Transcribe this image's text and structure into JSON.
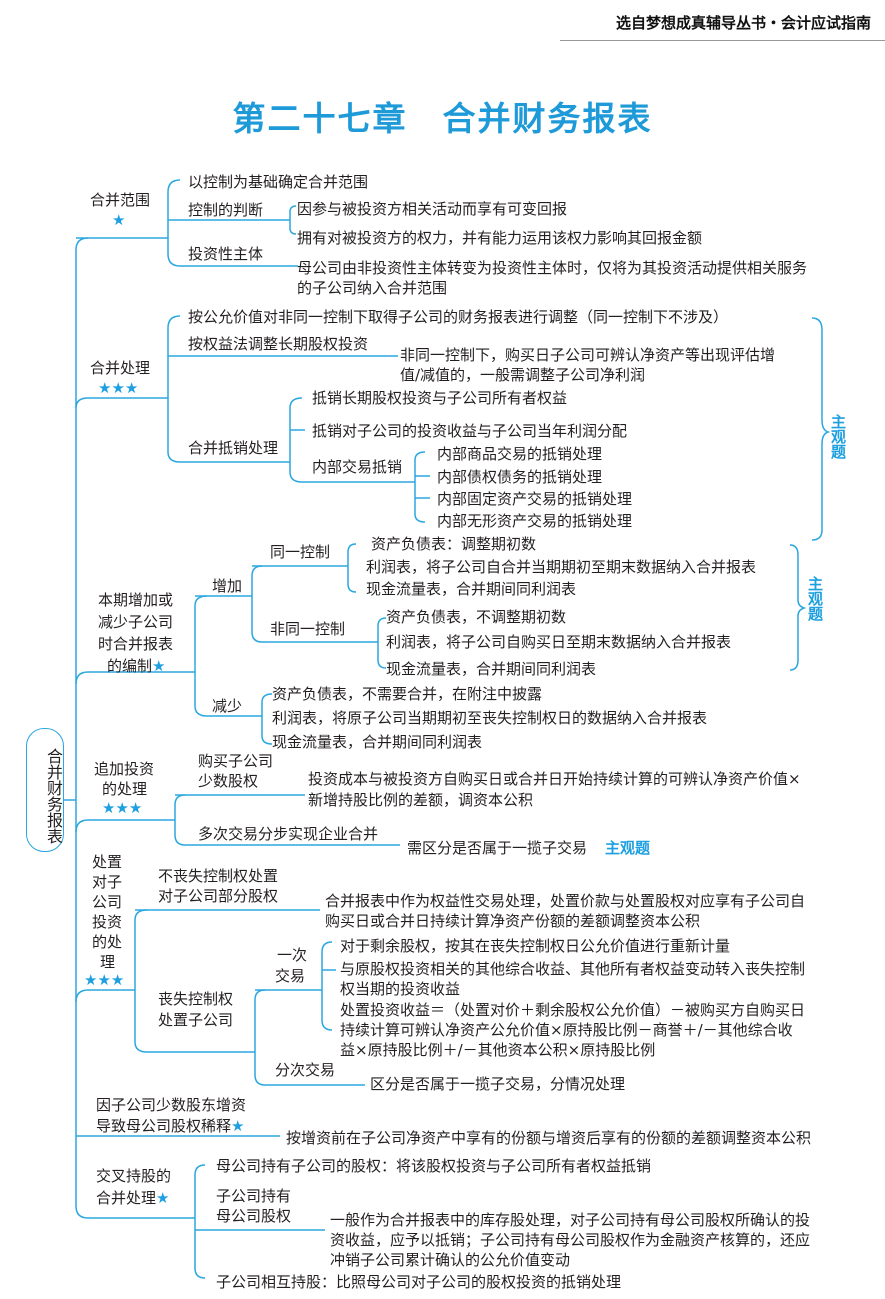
{
  "header": {
    "series": "选自梦想成真辅导丛书・会计应试指南"
  },
  "title": "第二十七章　合并财务报表",
  "root": "合并财务报表",
  "tag": "主观题",
  "s1": {
    "label": "合并范围",
    "stars": "★",
    "a": "以控制为基础确定合并范围",
    "b": "控制的判断",
    "b1": "因参与被投资方相关活动而享有可变回报",
    "b2": "拥有对被投资方的权力，并有能力运用该权力影响其回报金额",
    "c": "投资性主体",
    "c1": "母公司由非投资性主体转变为投资性主体时，仅将为其投资活动提供相关服务",
    "c2": "的子公司纳入合并范围"
  },
  "s2": {
    "label": "合并处理",
    "stars": "★★★",
    "a": "按公允价值对非同一控制下取得子公司的财务报表进行调整（同一控制下不涉及）",
    "b": "按权益法调整长期股权投资",
    "n1": "非同一控制下，购买日子公司可辨认净资产等出现评估增",
    "n2": "值/减值的，一般需调整子公司净利润",
    "c": "合并抵销处理",
    "c1": "抵销长期股权投资与子公司所有者权益",
    "c2": "抵销对子公司的投资收益与子公司当年利润分配",
    "c3": "内部交易抵销",
    "d1": "内部商品交易的抵销处理",
    "d2": "内部债权债务的抵销处理",
    "d3": "内部固定资产交易的抵销处理",
    "d4": "内部无形资产交易的抵销处理"
  },
  "s3": {
    "l1": "本期增加或",
    "l2": "减少子公司",
    "l3": "时合并报表",
    "l4": "的编制",
    "stars": "★",
    "inc": "增加",
    "same": "同一控制",
    "s1": "资产负债表：调整期初数",
    "s2": "利润表，将子公司自合并当期期初至期末数据纳入合并报表",
    "s3": "现金流量表，合并期间同利润表",
    "diff": "非同一控制",
    "d1": "资产负债表，不调整期初数",
    "d2": "利润表，将子公司自购买日至期末数据纳入合并报表",
    "d3": "现金流量表，合并期间同利润表",
    "dec": "减少",
    "r1": "资产负债表，不需要合并，在附注中披露",
    "r2": "利润表，将原子公司当期期初至丧失控制权日的数据纳入合并报表",
    "r3": "现金流量表，合并期间同利润表"
  },
  "s4": {
    "l1": "追加投资",
    "l2": "的处理",
    "stars": "★★★",
    "a1": "购买子公司",
    "a2": "少数股权",
    "n1": "投资成本与被投资方自购买日或合并日开始持续计算的可辨认净资产价值×",
    "n2": "新增持股比例的差额，调资本公积",
    "b": "多次交易分步实现企业合并",
    "b1": "需区分是否属于一揽子交易"
  },
  "s5": {
    "lines": [
      "处置",
      "对子",
      "公司",
      "投资",
      "的处",
      "理"
    ],
    "stars": "★★★",
    "a1": "不丧失控制权处置",
    "a2": "对子公司部分股权",
    "an1": "合并报表中作为权益性交易处理，处置价款与处置股权对应享有子公司自",
    "an2": "购买日或合并日持续计算净资产份额的差额调整资本公积",
    "b1": "丧失控制权",
    "b2": "处置子公司",
    "once1": "一次",
    "once2": "交易",
    "o1": "对于剩余股权，按其在丧失控制权日公允价值进行重新计量",
    "o2": "与原股权投资相关的其他综合收益、其他所有者权益变动转入丧失控制",
    "o3": "权当期的投资收益",
    "o4": "处置投资收益＝（处置对价＋剩余股权公允价值）－被购买方自购买日",
    "o5": "持续计算可辨认净资产公允价值×原持股比例－商誉＋/－其他综合收",
    "o6": "益×原持股比例＋/－其他资本公积×原持股比例",
    "multi": "分次交易",
    "m1": "区分是否属于一揽子交易，分情况处理"
  },
  "s6": {
    "l1": "因子公司少数股东增资",
    "l2": "导致母公司股权稀释",
    "stars": "★",
    "n": "按增资前在子公司净资产中享有的份额与增资后享有的份额的差额调整资本公积"
  },
  "s7": {
    "l1": "交叉持股的",
    "l2": "合并处理",
    "stars": "★",
    "a": "母公司持有子公司的股权：将该股权投资与子公司所有者权益抵销",
    "b1": "子公司持有",
    "b2": "母公司股权",
    "n1": "一般作为合并报表中的库存股处理，对子公司持有母公司股权所确认的投",
    "n2": "资收益，应予以抵销；子公司持有母公司股权作为金融资产核算的，还应",
    "n3": "冲销子公司累计确认的公允价值变动",
    "c": "子公司相互持股：比照母公司对子公司的股权投资的抵销处理"
  },
  "colors": {
    "accent": "#1ea0e0",
    "line": "#2aa7df"
  }
}
